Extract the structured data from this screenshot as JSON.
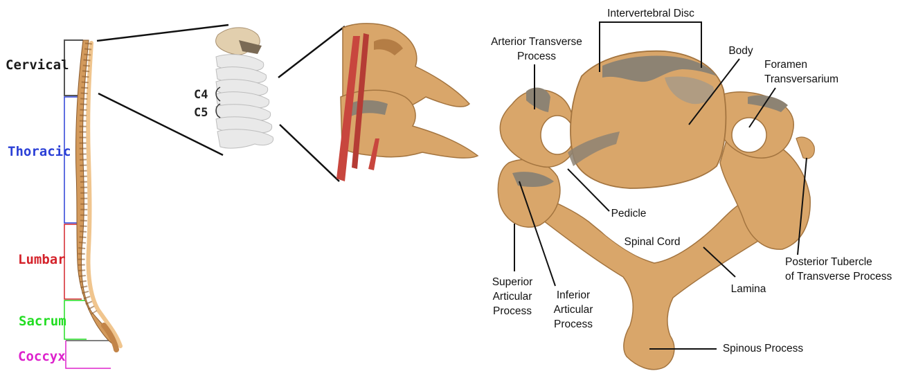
{
  "spine_regions": {
    "cervical": {
      "label": "Cervical",
      "color": "#1a1a1a"
    },
    "thoracic": {
      "label": "Thoracic",
      "color": "#2a3fd6"
    },
    "lumbar": {
      "label": "Lumbar",
      "color": "#d4232b"
    },
    "sacrum": {
      "label": "Sacrum",
      "color": "#22dd22"
    },
    "coccyx": {
      "label": "Coccyx",
      "color": "#dd22cc"
    }
  },
  "cervical_zoom": {
    "c4": "C4",
    "c5": "C5"
  },
  "vertebra_labels": {
    "intervertebral_disc": "Intervertebral Disc",
    "arterior_transverse_process": [
      "Arterior Transverse",
      "Process"
    ],
    "body": "Body",
    "foramen_transversarium": [
      "Foramen",
      "Transversarium"
    ],
    "pedicle": "Pedicle",
    "spinal_cord": "Spinal Cord",
    "posterior_tubercle": [
      "Posterior Tubercle",
      "of Transverse Process"
    ],
    "lamina": "Lamina",
    "superior_articular_process": [
      "Superior",
      "Articular",
      "Process"
    ],
    "inferior_articular_process": [
      "Inferior",
      "Articular",
      "Process"
    ],
    "spinous_process": "Spinous Process"
  },
  "colors": {
    "bone": "#d9a66a",
    "bone_shadow": "#b47d45",
    "cartilage": "#8d8373",
    "muscle": "#c8463e"
  }
}
